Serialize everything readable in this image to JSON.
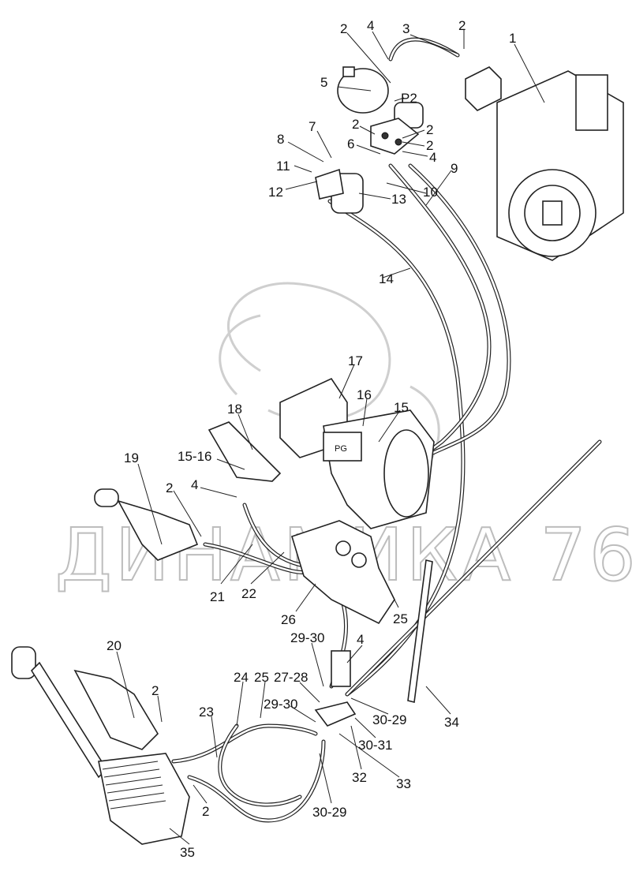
{
  "watermark": "ДИНАМИКА 76",
  "callouts": [
    "1",
    "2",
    "4",
    "3",
    "2",
    "5",
    "P2",
    "2",
    "2",
    "2",
    "6",
    "4",
    "7",
    "8",
    "9",
    "10",
    "11",
    "12",
    "13",
    "14",
    "17",
    "16",
    "15",
    "18",
    "15-16",
    "19",
    "2",
    "4",
    "21",
    "22",
    "26",
    "25",
    "29-30",
    "4",
    "20",
    "2",
    "24",
    "25",
    "27-28",
    "29-30",
    "23",
    "30-29",
    "34",
    "30-31",
    "32",
    "33",
    "30-29",
    "2",
    "35"
  ],
  "component_labels": {
    "motor_tag": "PG"
  }
}
